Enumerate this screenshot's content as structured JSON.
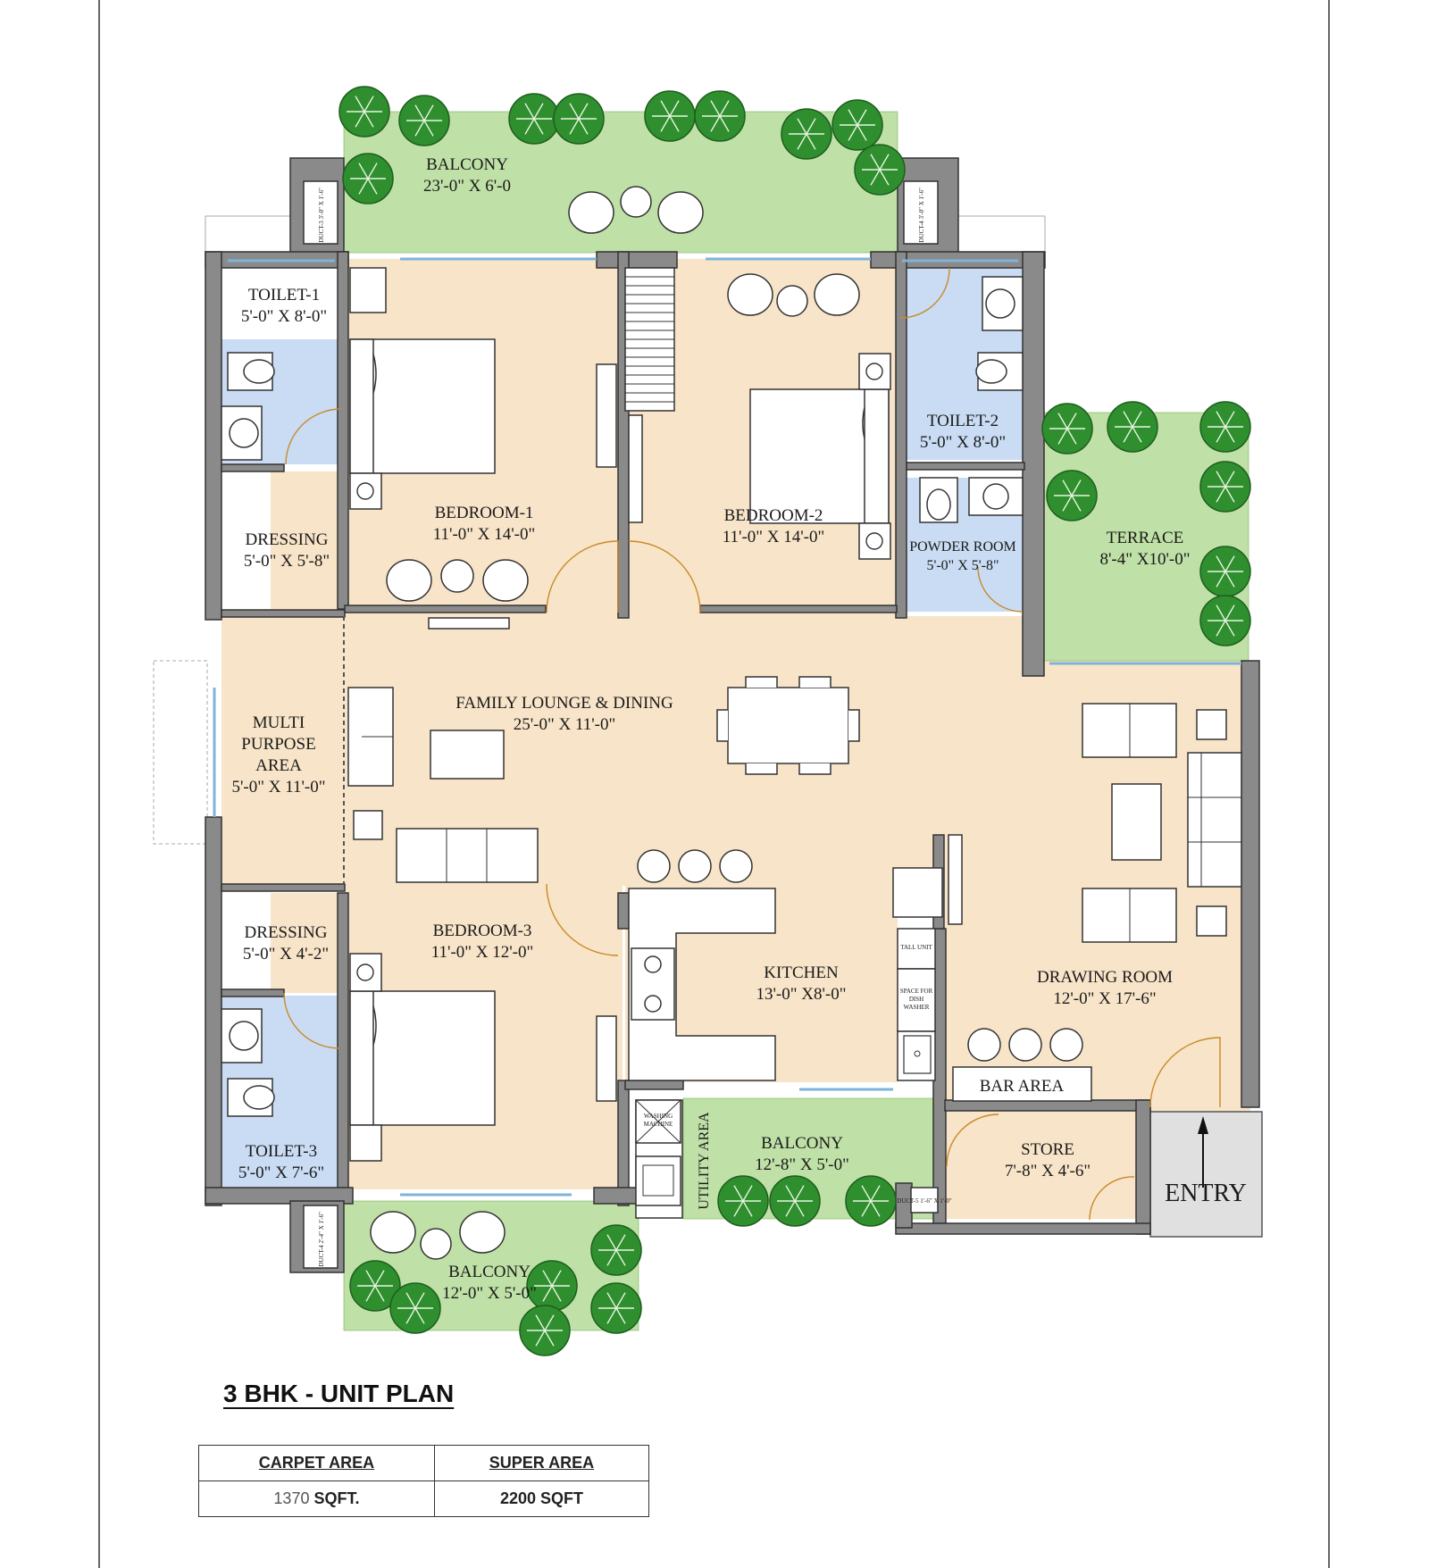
{
  "title": "3 BHK - UNIT PLAN",
  "rooms": {
    "balcony_top": {
      "name": "BALCONY",
      "size": "23'-0\" X 6'-0"
    },
    "toilet1": {
      "name": "TOILET-1",
      "size": "5'-0\" X 8'-0\""
    },
    "bedroom1": {
      "name": "BEDROOM-1",
      "size": "11'-0\" X 14'-0\""
    },
    "bedroom2": {
      "name": "BEDROOM-2",
      "size": "11'-0\" X 14'-0\""
    },
    "toilet2": {
      "name": "TOILET-2",
      "size": "5'-0\" X 8'-0\""
    },
    "powder": {
      "name": "POWDER ROOM",
      "size": "5'-0\" X 5'-8\""
    },
    "terrace": {
      "name": "TERRACE",
      "size": "8'-4\" X10'-0\""
    },
    "dressing1": {
      "name": "DRESSING",
      "size": "5'-0\" X 5'-8\""
    },
    "multi": {
      "line1": "MULTI",
      "line2": "PURPOSE",
      "line3": "AREA",
      "size": "5'-0\" X 11'-0\""
    },
    "family": {
      "name": "FAMILY LOUNGE  & DINING",
      "size": "25'-0\" X 11'-0\""
    },
    "dressing2": {
      "name": "DRESSING",
      "size": "5'-0\" X 4'-2\""
    },
    "bedroom3": {
      "name": "BEDROOM-3",
      "size": "11'-0\" X 12'-0\""
    },
    "kitchen": {
      "name": "KITCHEN",
      "size": "13'-0\" X8'-0\""
    },
    "drawing": {
      "name": "DRAWING ROOM",
      "size": "12'-0\" X 17'-6\""
    },
    "toilet3": {
      "name": "TOILET-3",
      "size": "5'-0\" X 7'-6\""
    },
    "balcony_mid": {
      "name": "BALCONY",
      "size": "12'-8\" X 5'-0\""
    },
    "store": {
      "name": "STORE",
      "size": "7'-8\" X 4'-6\""
    },
    "balcony_bottom": {
      "name": "BALCONY",
      "size": "12'-0\" X 5'-0\""
    },
    "bar": {
      "name": "BAR AREA"
    },
    "utility": {
      "name": "UTILITY AREA"
    },
    "entry": {
      "name": "ENTRY"
    }
  },
  "small_labels": {
    "duct3": "DUCT-3 3'-0\" X 1'-6\"",
    "duct4a": "DUCT-4 3'-0\" X 1'-6\"",
    "duct4b": "DUCT-4 2'-4\" X 1'-6\"",
    "duct5": "DUCT-5 1'-6\" X 1'-0\"",
    "tall_unit": "TALL UNIT",
    "dish1": "SPACE FOR",
    "dish2": "DISH",
    "dish3": "WASHER",
    "washing1": "WASHING",
    "washing2": "MACHINE"
  },
  "area_table": {
    "carpet_header": "CARPET AREA",
    "super_header": "SUPER AREA",
    "carpet_value": "1370",
    "carpet_unit": "SQFT.",
    "super_value": "2200  SQFT"
  },
  "colors": {
    "floor": "#f8e4c8",
    "toilet_tile": "#c9dcf4",
    "green_area": "#bfe0a6",
    "wall": "#8a8a8a",
    "tree": "#2f8f2f",
    "door_arc": "#c98a2a"
  }
}
